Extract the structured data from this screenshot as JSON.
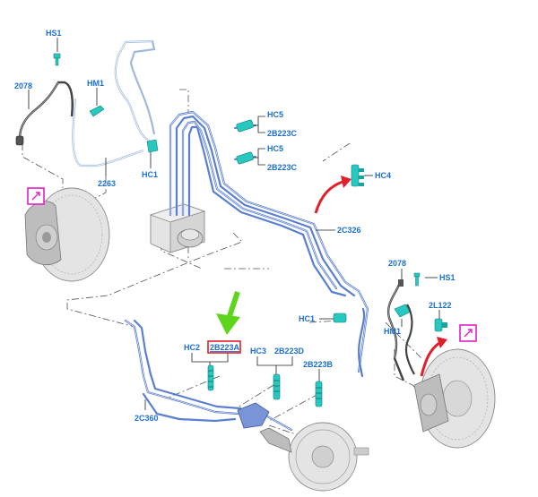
{
  "colors": {
    "label": "#1a6fd6",
    "tube_blue": "#5b7fd0",
    "tube_light": "#9fb8dc",
    "fitting_teal": "#27c8c0",
    "highlight_box": "#e0202a",
    "arrow_red": "#e0202a",
    "arrow_green": "#5fd41c",
    "callout_magenta": "#e020c8"
  },
  "labels": {
    "hs1_left": "HS1",
    "p2078_left": "2078",
    "hm1_left": "HM1",
    "p2263": "2263",
    "hc1_left": "HC1",
    "hc5_top": "HC5",
    "p2b223c_top": "2B223C",
    "hc5_bottom": "HC5",
    "p2b223c_bottom": "2B223C",
    "hc4": "HC4",
    "p2c326": "2C326",
    "p2078_right": "2078",
    "hs1_right": "HS1",
    "p2l122": "2L122",
    "hc1_right": "HC1",
    "hm1_right": "HM1",
    "hc2": "HC2",
    "p2b223a": "2B223A",
    "hc3": "HC3",
    "p2b223d": "2B223D",
    "p2b223b": "2B223B",
    "p2c360": "2C360"
  }
}
